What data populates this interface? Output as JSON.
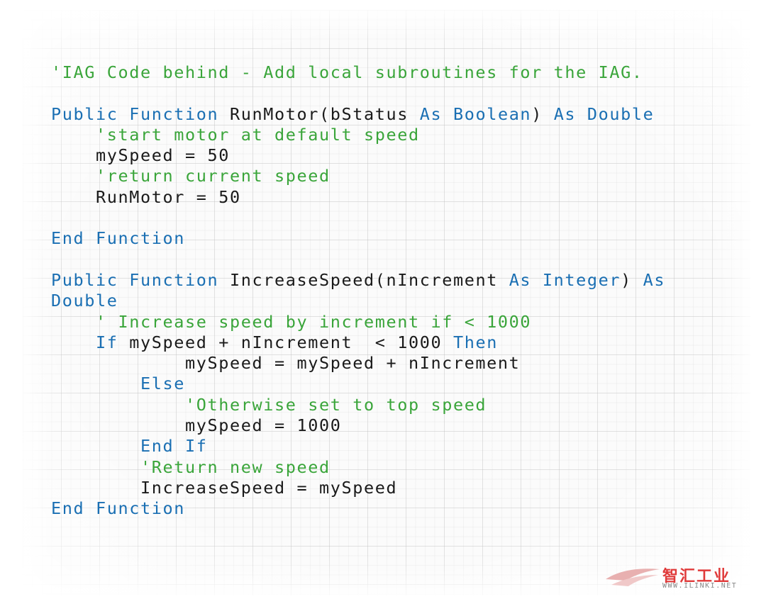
{
  "code_lines": [
    [
      {
        "t": "'IAG Code behind - Add local subroutines for the IAG.",
        "c": "cm"
      }
    ],
    [],
    [
      {
        "t": "Public Function",
        "c": "kw"
      },
      {
        "t": " RunMotor(bStatus ",
        "c": "tx"
      },
      {
        "t": "As Boolean",
        "c": "kw"
      },
      {
        "t": ") ",
        "c": "tx"
      },
      {
        "t": "As Double",
        "c": "kw"
      }
    ],
    [
      {
        "t": "    ",
        "c": "tx"
      },
      {
        "t": "'start motor at default speed",
        "c": "cm"
      }
    ],
    [
      {
        "t": "    mySpeed = 50",
        "c": "tx"
      }
    ],
    [
      {
        "t": "    ",
        "c": "tx"
      },
      {
        "t": "'return current speed",
        "c": "cm"
      }
    ],
    [
      {
        "t": "    RunMotor = 50",
        "c": "tx"
      }
    ],
    [],
    [
      {
        "t": "End Function",
        "c": "kw"
      }
    ],
    [],
    [
      {
        "t": "Public Function",
        "c": "kw"
      },
      {
        "t": " IncreaseSpeed(nIncrement ",
        "c": "tx"
      },
      {
        "t": "As Integer",
        "c": "kw"
      },
      {
        "t": ") ",
        "c": "tx"
      },
      {
        "t": "As",
        "c": "kw"
      }
    ],
    [
      {
        "t": "Double",
        "c": "kw"
      }
    ],
    [
      {
        "t": "    ",
        "c": "tx"
      },
      {
        "t": "' Increase speed by increment if < 1000",
        "c": "cm"
      }
    ],
    [
      {
        "t": "    ",
        "c": "tx"
      },
      {
        "t": "If",
        "c": "kw"
      },
      {
        "t": " mySpeed + nIncrement  < 1000 ",
        "c": "tx"
      },
      {
        "t": "Then",
        "c": "kw"
      }
    ],
    [
      {
        "t": "            mySpeed = mySpeed + nIncrement",
        "c": "tx"
      }
    ],
    [
      {
        "t": "        ",
        "c": "tx"
      },
      {
        "t": "Else",
        "c": "kw"
      }
    ],
    [
      {
        "t": "            ",
        "c": "tx"
      },
      {
        "t": "'Otherwise set to top speed",
        "c": "cm"
      }
    ],
    [
      {
        "t": "            mySpeed = 1000",
        "c": "tx"
      }
    ],
    [
      {
        "t": "        ",
        "c": "tx"
      },
      {
        "t": "End If",
        "c": "kw"
      }
    ],
    [
      {
        "t": "        ",
        "c": "tx"
      },
      {
        "t": "'Return new speed",
        "c": "cm"
      }
    ],
    [
      {
        "t": "        IncreaseSpeed = mySpeed",
        "c": "tx"
      }
    ],
    [
      {
        "t": "End Function",
        "c": "kw"
      }
    ]
  ],
  "colors": {
    "keyword": "#1a6fb3",
    "comment": "#3aa53a",
    "text": "#1a1a1a"
  },
  "watermark": {
    "brand": "智汇工业",
    "url": "WWW.ILINKI.NET"
  }
}
